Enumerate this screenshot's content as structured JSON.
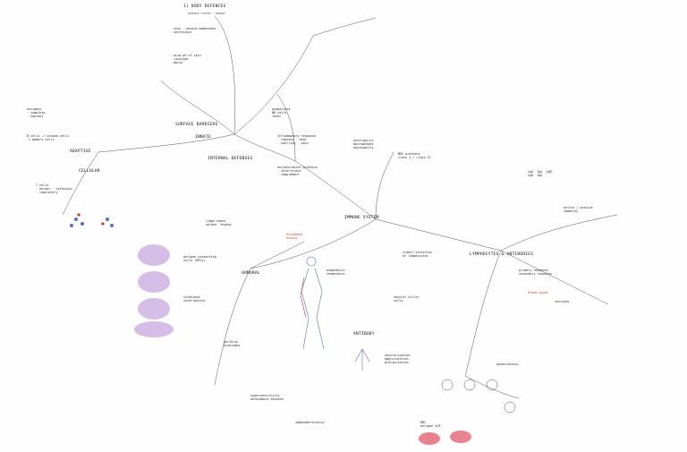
{
  "title": "1) BODY DEFENCES",
  "subtitle": "DEFENSE SYSTEM / IMMUNE",
  "hubs": {
    "innate": "INNATE",
    "surface": "SURFACE BARRIERS",
    "internal": "INTERNAL DEFENSES",
    "adaptive": "ADAPTIVE",
    "immune": "IMMUNE SYSTEM",
    "lymph": "LYMPHOCYTES & ANTIBODIES",
    "antibody": "ANTIBODY",
    "cellular": "CELLULAR",
    "humoral": "HUMORAL"
  },
  "notes": {
    "n1": "- skin - mucous membranes\n- secretions",
    "n2": "- acid pH of skin\n- lysozyme\n- mucin",
    "n3": "- phagocytes\n- NK cells\n- fever",
    "n4": "Inflammatory response\n- redness - heat\n- swelling - pain",
    "n5": "antimicrobial proteins\n- interferons\n- complement",
    "n6": "antigens\n- complete\n- haptens",
    "n7": "B cells -> plasma cells\n-> memory cells",
    "n8": "T cells\n- helper - cytotoxic\n- regulatory",
    "n9": "IgG  IgA  IgM\nIgD  IgE",
    "n10": "active / passive\nimmunity",
    "n11": "neutrophils\nmacrophages\neosinophils",
    "n12": "MHC proteins\nclass I / class II",
    "n13": "primary response\nsecondary response",
    "n14": "clonal selection\nof lymphocytes",
    "n15": "lymph nodes\nspleen  thymus",
    "n16": "antigen presenting\ncells (APCs)",
    "n17": "cytokines\ninterleukins",
    "n18": "neutralization\nagglutination\nprecipitation",
    "n19": "opsonization",
    "n20": "vaccines",
    "n21": "hypersensitivity\nautoimmune disease",
    "n22": "immunodeficiency",
    "n23": "perforin\ngranzymes",
    "n24": "diapedesis\nchemotaxis",
    "n25": "histamine\nkinins",
    "n26": "RBC\nantigen A/B",
    "n27": "blood types",
    "n28": "natural killer\ncells"
  },
  "colors": {
    "ink": "#2a2a2a",
    "line": "#555555",
    "red": "#c0392b",
    "purple": "#b48bd1",
    "pink": "#e05a6a",
    "blue": "#5b6fc4"
  }
}
